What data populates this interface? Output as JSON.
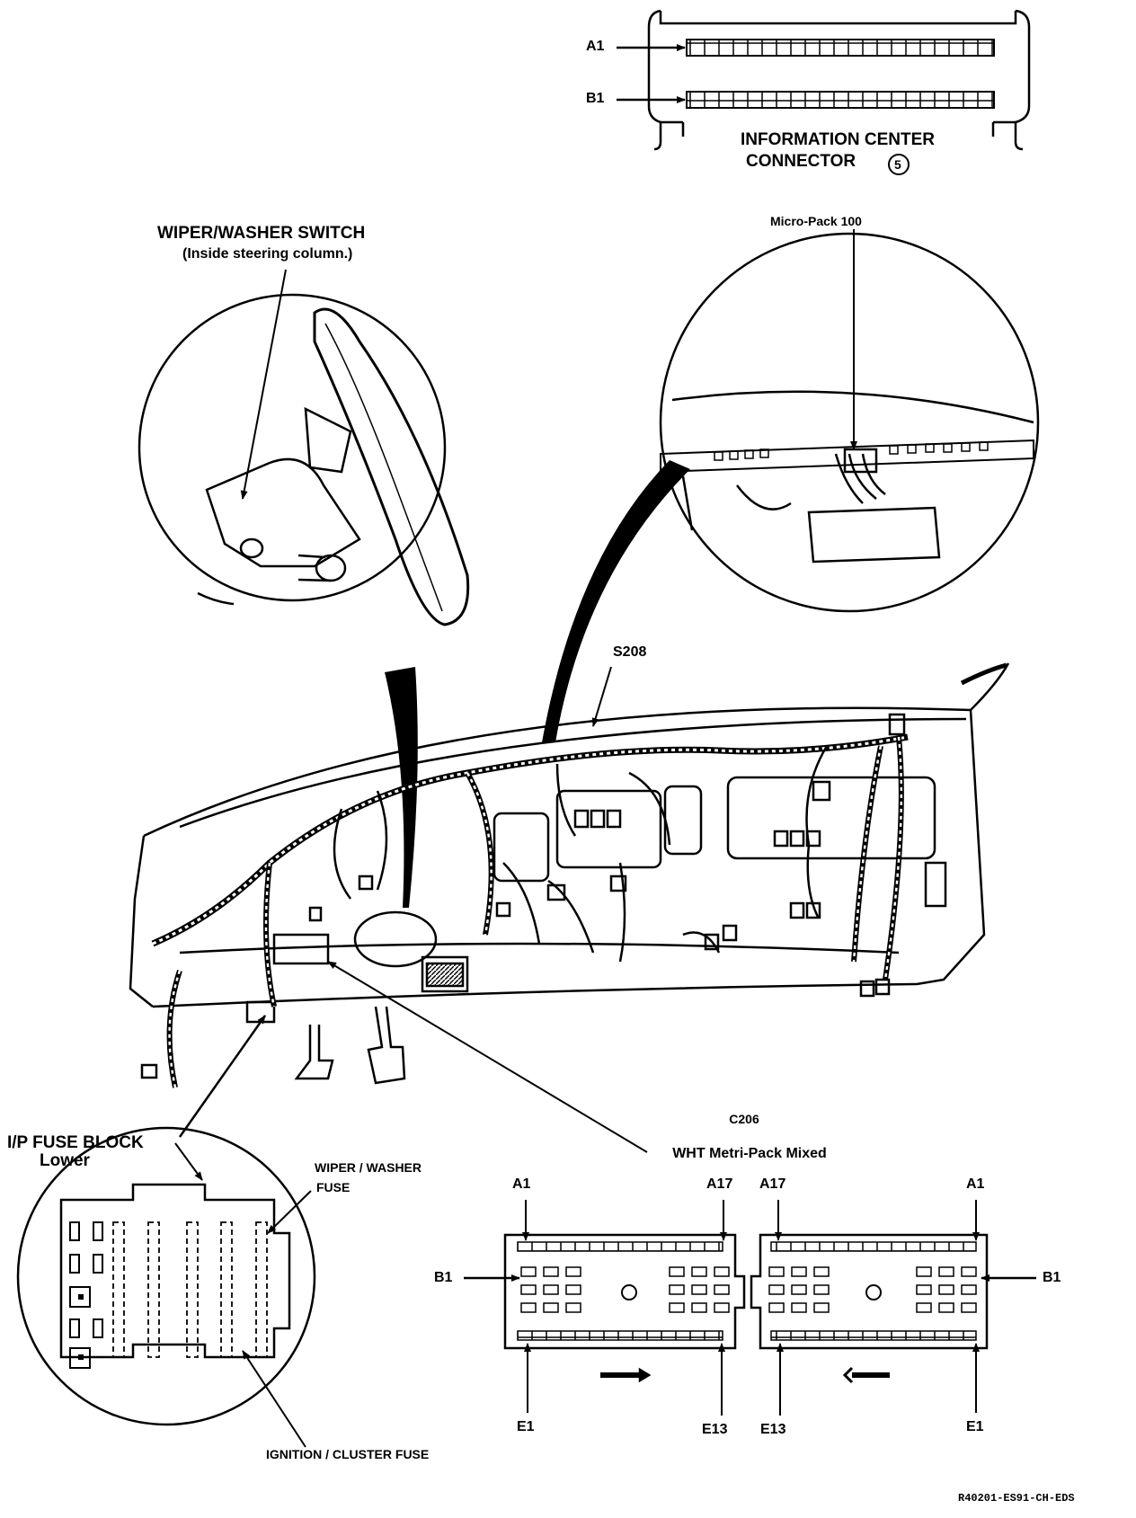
{
  "info_center": {
    "pin_a1": "A1",
    "pin_b1": "B1",
    "title_line1": "INFORMATION CENTER",
    "title_line2": "CONNECTOR",
    "badge": "5"
  },
  "wiper_switch": {
    "title": "WIPER/WASHER SWITCH",
    "note": "(Inside steering column.)"
  },
  "micro_pack": {
    "label": "Micro-Pack 100"
  },
  "splice": {
    "label": "S208"
  },
  "fuse_block": {
    "title": "I/P FUSE BLOCK",
    "subtitle": "Lower",
    "wiper_fuse_line1": "WIPER / WASHER",
    "wiper_fuse_line2": "FUSE",
    "ignition_fuse": "IGNITION / CLUSTER FUSE"
  },
  "c206": {
    "name": "C206",
    "description": "WHT Metri-Pack Mixed",
    "left_pins": {
      "top_left": "A1",
      "top_right": "A17",
      "side": "B1",
      "bottom_left": "E1",
      "bottom_right": "E13"
    },
    "right_pins": {
      "top_left": "A17",
      "top_right": "A1",
      "side": "B1",
      "bottom_left": "E13",
      "bottom_right": "E1"
    }
  },
  "drawing_code": "R40201-ES91-CH-EDS"
}
